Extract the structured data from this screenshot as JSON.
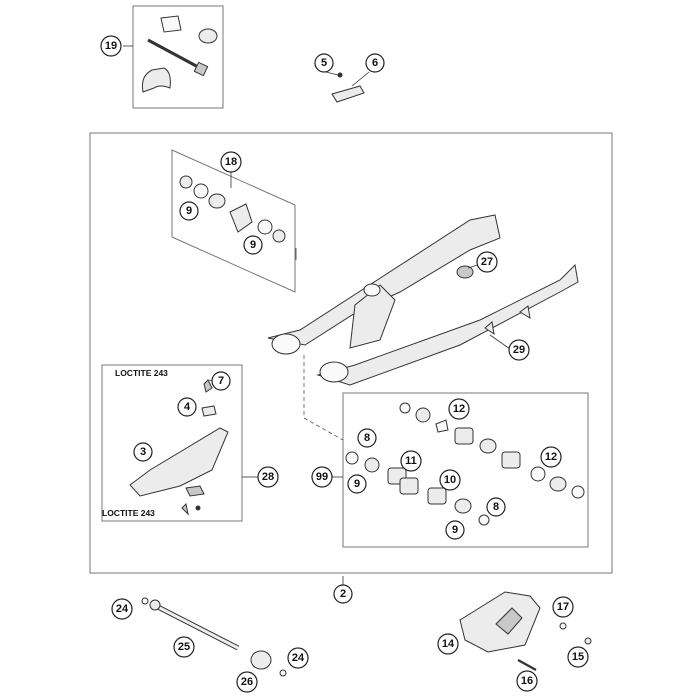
{
  "callouts": {
    "c19": "19",
    "c5": "5",
    "c6": "6",
    "c18": "18",
    "c9a": "9",
    "c9b": "9",
    "c27": "27",
    "c29": "29",
    "c7": "7",
    "c4": "4",
    "c3": "3",
    "c28": "28",
    "c99": "99",
    "c8a": "8",
    "c9c": "9",
    "c11": "11",
    "c10": "10",
    "c12a": "12",
    "c12b": "12",
    "c8b": "8",
    "c9d": "9",
    "c2": "2",
    "c24a": "24",
    "c25": "25",
    "c26": "26",
    "c24b": "24",
    "c14": "14",
    "c17": "17",
    "c15": "15",
    "c16": "16"
  },
  "notes": {
    "loctite_top": "LOCTITE 243",
    "loctite_bottom": "LOCTITE 243"
  }
}
